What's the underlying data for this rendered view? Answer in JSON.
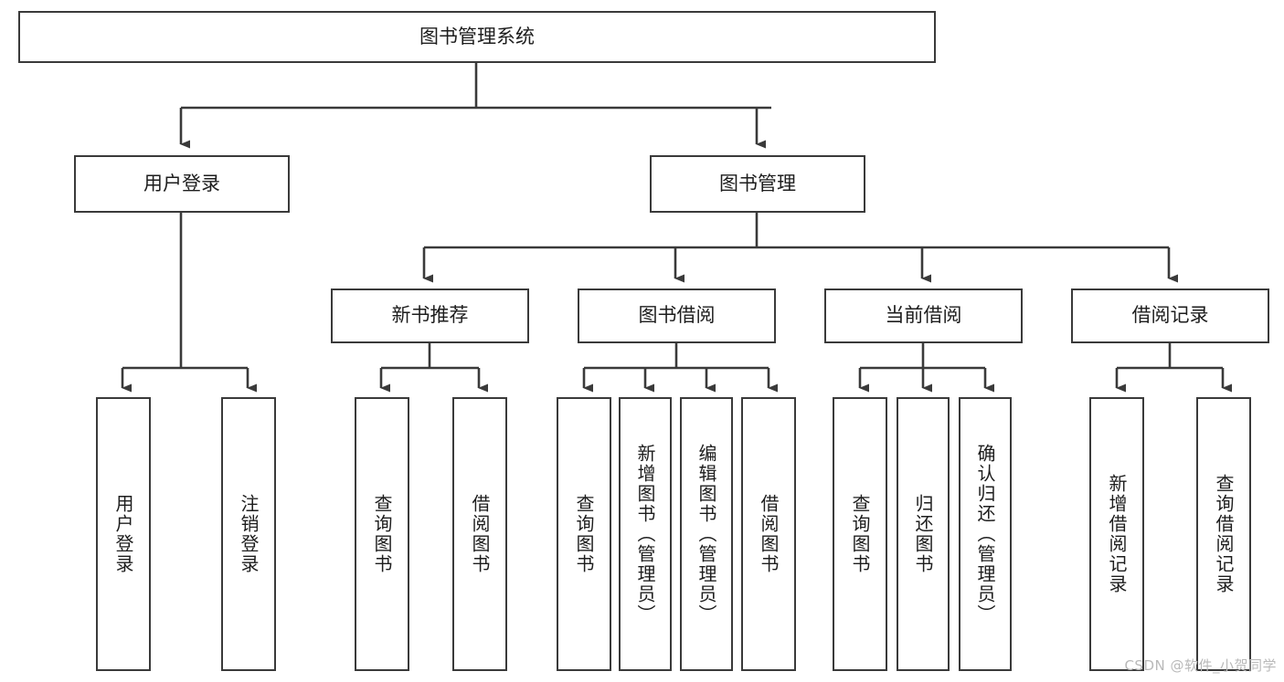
{
  "diagram": {
    "title": "图书管理系统",
    "type": "tree-hierarchy",
    "watermark": "CSDN @软件_小贺同学",
    "line_color": "#3a3a3a",
    "box_fill": "#ffffff",
    "text_color": "#1d1d1d",
    "root": {
      "label": "图书管理系统"
    },
    "level2": [
      {
        "label": "用户登录"
      },
      {
        "label": "图书管理"
      }
    ],
    "level3": [
      {
        "label": "新书推荐"
      },
      {
        "label": "图书借阅"
      },
      {
        "label": "当前借阅"
      },
      {
        "label": "借阅记录"
      }
    ],
    "leaves": {
      "user_login": [
        {
          "label": "用户登录"
        },
        {
          "label": "注销登录"
        }
      ],
      "new_book_recommend": [
        {
          "label": "查询图书"
        },
        {
          "label": "借阅图书"
        }
      ],
      "book_borrow": [
        {
          "label": "查询图书"
        },
        {
          "label": "新增图书（管理员）"
        },
        {
          "label": "编辑图书（管理员）"
        },
        {
          "label": "借阅图书"
        }
      ],
      "current_borrow": [
        {
          "label": "查询图书"
        },
        {
          "label": "归还图书"
        },
        {
          "label": "确认归还（管理员）"
        }
      ],
      "borrow_records": [
        {
          "label": "新增借阅记录"
        },
        {
          "label": "查询借阅记录"
        }
      ]
    }
  }
}
